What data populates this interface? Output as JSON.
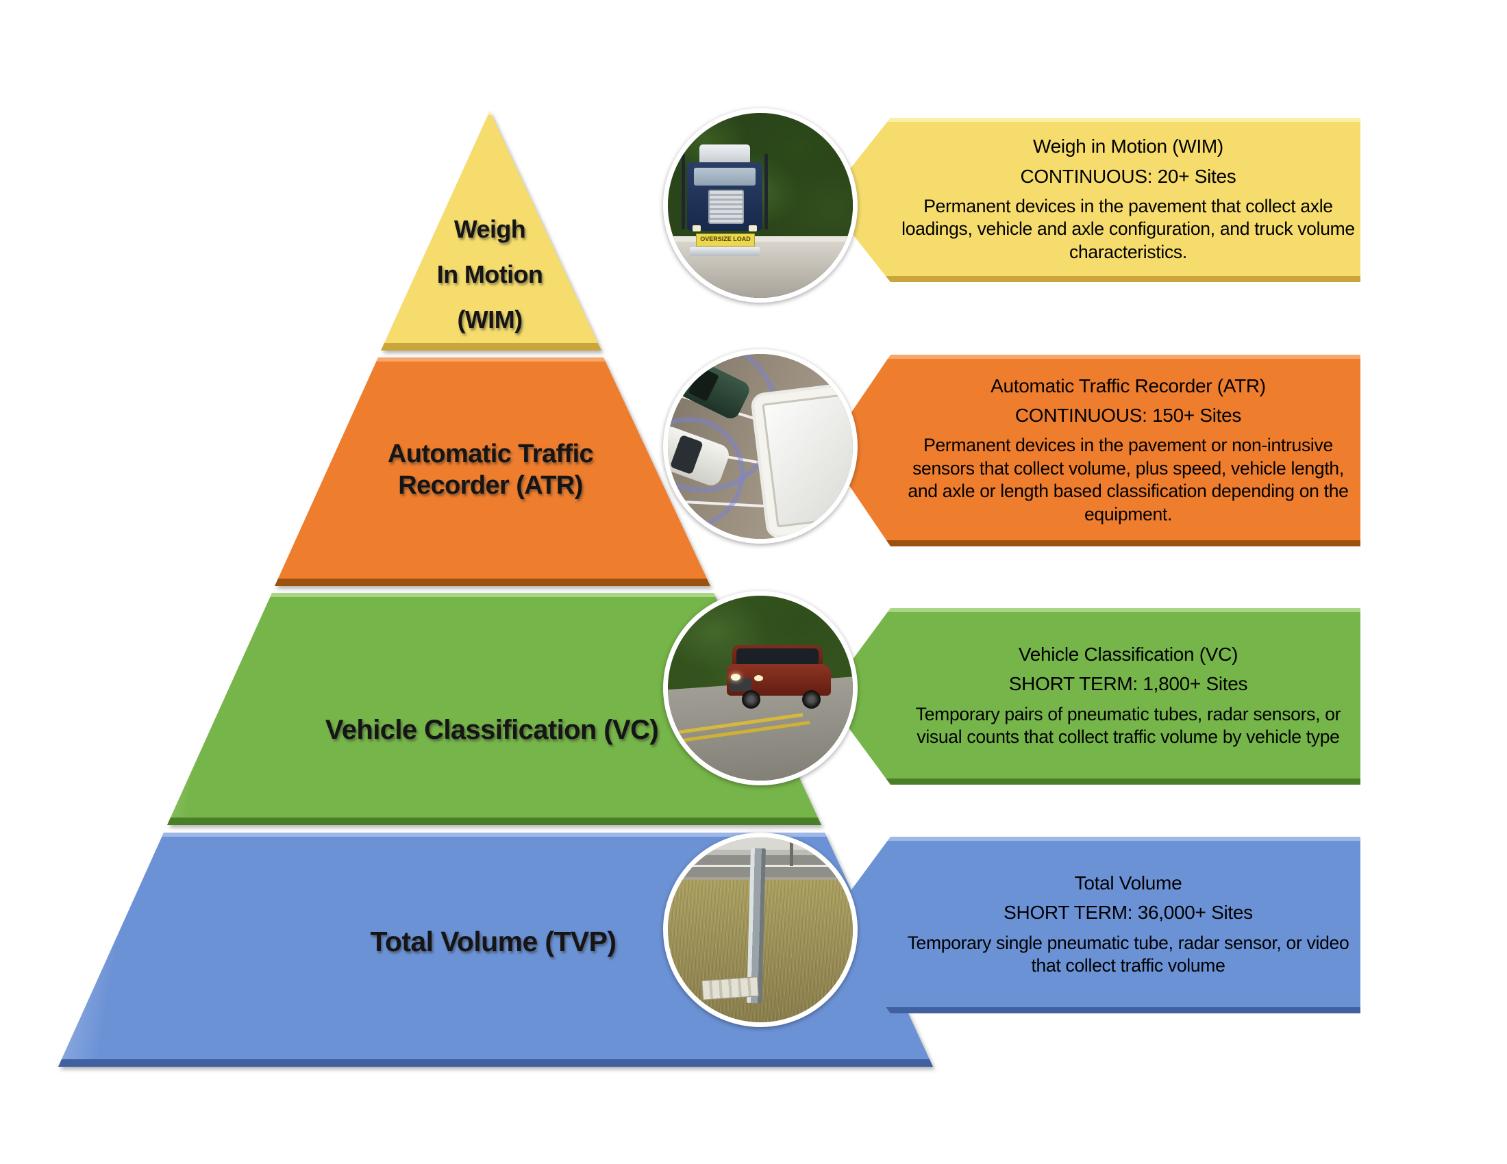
{
  "page": {
    "background": "#FFFFFF",
    "description_colors_note": "traffic monitoring pyramid diagram"
  },
  "levels": [
    {
      "id": "wim",
      "pyramid_label_lines": [
        "Weigh",
        "In Motion",
        "(WIM)"
      ],
      "colors": {
        "fill": "#F5DC6D",
        "light": "#FAEFA6",
        "dark": "#C9A53B"
      },
      "callout": {
        "title": "Weigh in Motion (WIM)",
        "sites": "CONTINUOUS:  20+ Sites",
        "description": "Permanent devices in the pavement that collect axle loadings, vehicle and axle configuration, and truck volume characteristics."
      },
      "photo_alt": "truck on tree-lined road",
      "photo_banner_text": "OVERSIZE LOAD"
    },
    {
      "id": "atr",
      "pyramid_label_lines": [
        "Automatic Traffic",
        "Recorder (ATR)"
      ],
      "colors": {
        "fill": "#EE7D2E",
        "light": "#F7A76B",
        "dark": "#9C520F"
      },
      "callout": {
        "title": "Automatic Traffic Recorder (ATR)",
        "sites": "CONTINUOUS: 150+ Sites",
        "description": "Permanent devices in the pavement or non-intrusive sensors that collect volume, plus speed, vehicle length, and axle or length based classification depending on the equipment."
      },
      "photo_alt": "overhead view of radar sensor scanning cars"
    },
    {
      "id": "vc",
      "pyramid_label_lines": [
        "Vehicle Classification (VC)"
      ],
      "colors": {
        "fill": "#76B549",
        "light": "#A8D684",
        "dark": "#4A7F28"
      },
      "callout": {
        "title": "Vehicle Classification (VC)",
        "sites": "SHORT TERM: 1,800+ Sites",
        "description": "Temporary pairs of pneumatic tubes, radar sensors, or visual counts that collect traffic volume by vehicle type"
      },
      "photo_alt": "red SUV driving on rural road"
    },
    {
      "id": "tvp",
      "pyramid_label_lines": [
        "Total Volume (TVP)"
      ],
      "colors": {
        "fill": "#6C92D6",
        "light": "#9DB7E7",
        "dark": "#40609F"
      },
      "callout": {
        "title": "Total Volume",
        "sites": "SHORT TERM: 36,000+ Sites",
        "description": "Temporary single pneumatic tube, radar sensor, or video that collect traffic volume"
      },
      "photo_alt": "roadside pole counter in dry grass"
    }
  ]
}
